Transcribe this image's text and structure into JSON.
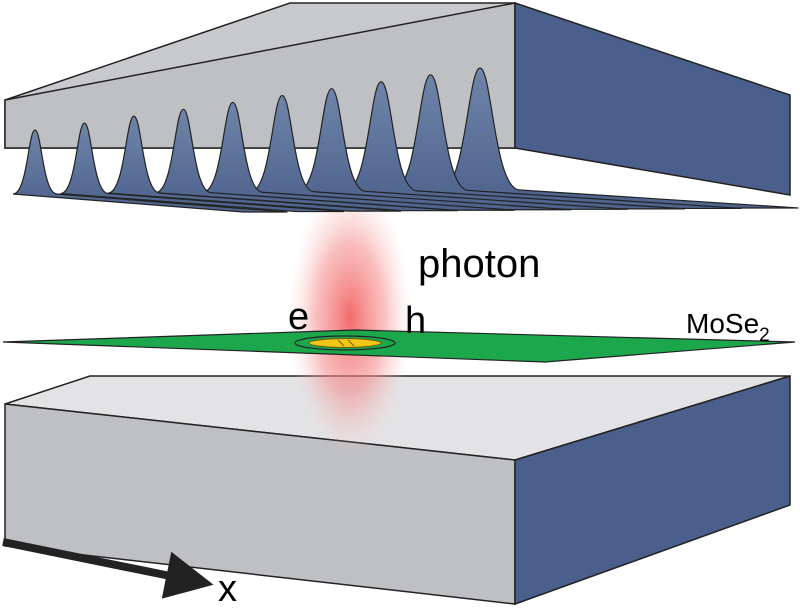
{
  "labels": {
    "photon": "photon",
    "electron": "e",
    "hole": "h",
    "material_main": "MoSe",
    "material_sub": "2",
    "axis": "x"
  },
  "colors": {
    "face_gray": "#bfc0c4",
    "face_top_light": "#e3e3e5",
    "face_blue": "#4a5f8c",
    "mirror_blue": "#5a7096",
    "flake_green": "#1ca74d",
    "exciton_yellow": "#f2c718",
    "photon_red": "#f36a6a",
    "outline": "#222222"
  }
}
